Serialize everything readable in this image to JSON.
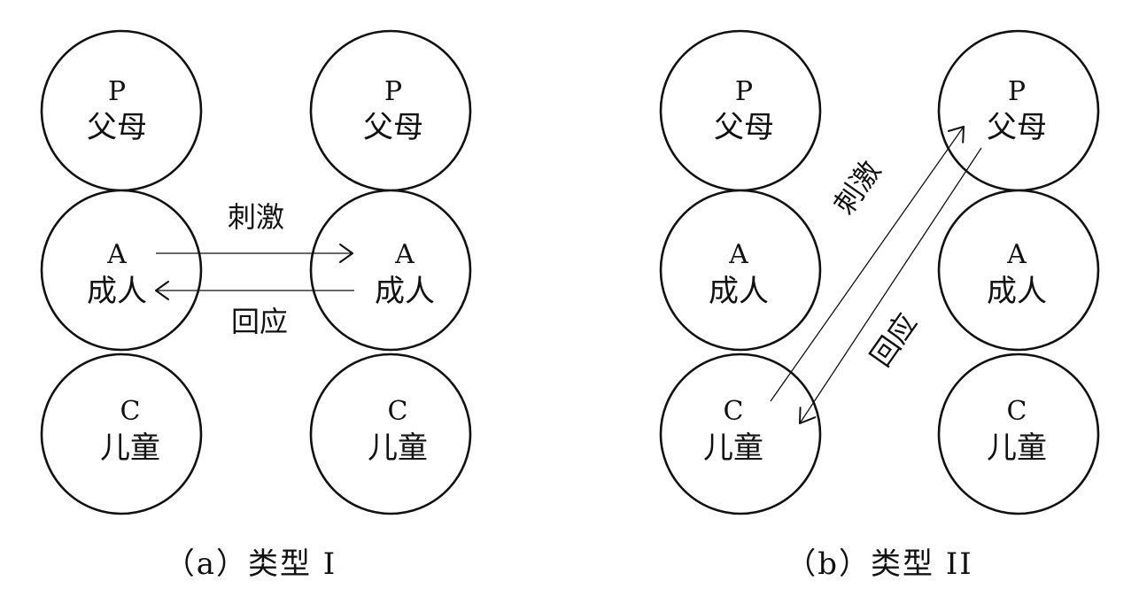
{
  "panels": {
    "a": {
      "caption": "（a）类型 I",
      "left": {
        "p": {
          "code": "P",
          "name": "父母"
        },
        "a": {
          "code": "A",
          "name": "成人"
        },
        "c": {
          "code": "C",
          "name": "儿童"
        }
      },
      "right": {
        "p": {
          "code": "P",
          "name": "父母"
        },
        "a": {
          "code": "A",
          "name": "成人"
        },
        "c": {
          "code": "C",
          "name": "儿童"
        }
      },
      "stimulus_label": "刺激",
      "response_label": "回应"
    },
    "b": {
      "caption": "（b）类型 II",
      "left": {
        "p": {
          "code": "P",
          "name": "父母"
        },
        "a": {
          "code": "A",
          "name": "成人"
        },
        "c": {
          "code": "C",
          "name": "儿童"
        }
      },
      "right": {
        "p": {
          "code": "P",
          "name": "父母"
        },
        "a": {
          "code": "A",
          "name": "成人"
        },
        "c": {
          "code": "C",
          "name": "儿童"
        }
      },
      "stimulus_label": "刺激",
      "response_label": "回应"
    }
  },
  "colors": {
    "stroke": "#111111",
    "background": "#ffffff"
  }
}
